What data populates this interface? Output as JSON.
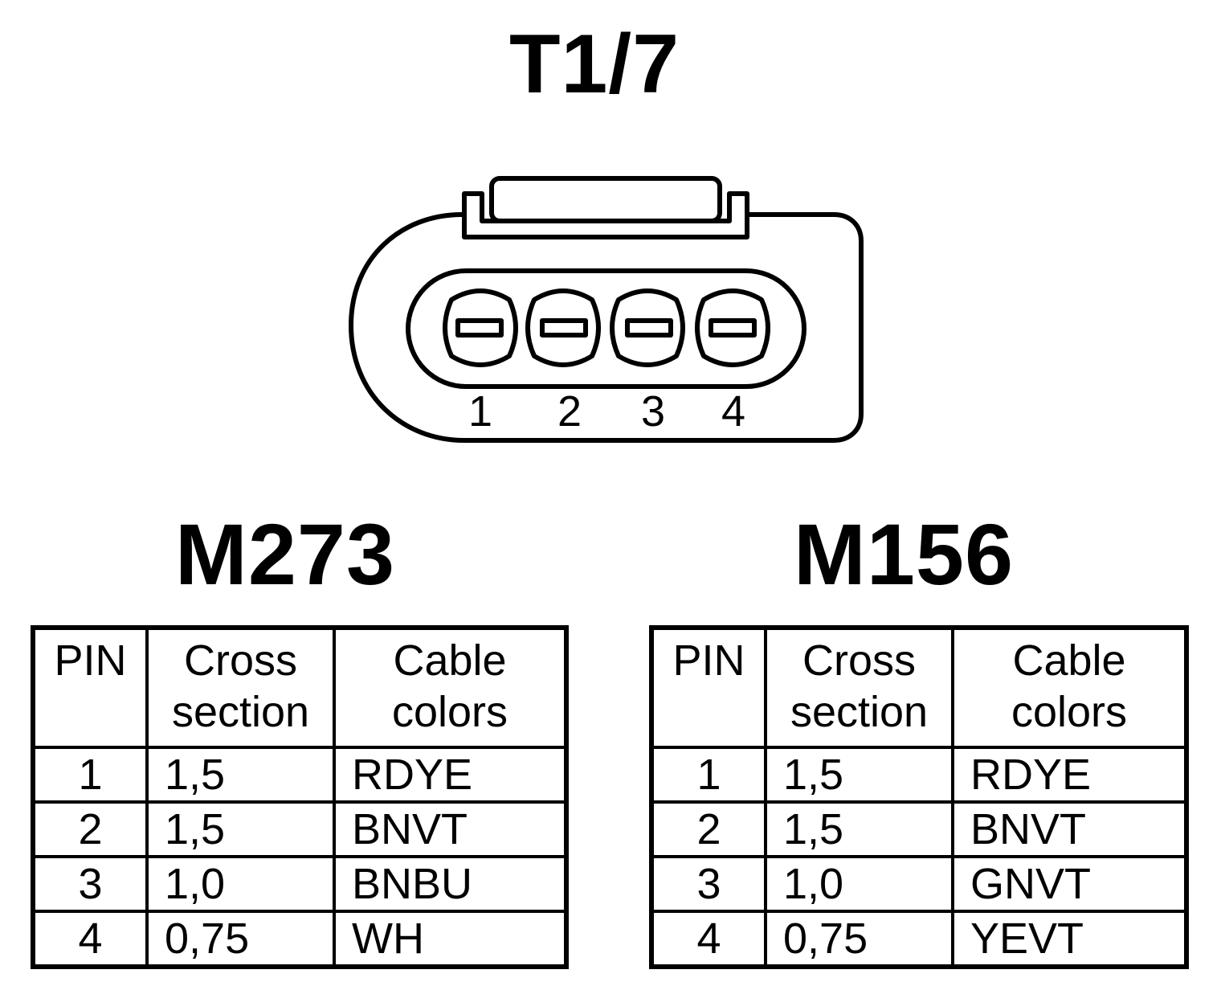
{
  "connector": {
    "title": "T1/7",
    "pin_labels": [
      "1",
      "2",
      "3",
      "4"
    ]
  },
  "tables": [
    {
      "title": "M273",
      "headers": {
        "pin": "PIN",
        "cross_section": [
          "Cross",
          "section"
        ],
        "cable_colors": [
          "Cable",
          "colors"
        ]
      },
      "rows": [
        {
          "pin": "1",
          "cross_section": "1,5",
          "color": "RDYE"
        },
        {
          "pin": "2",
          "cross_section": "1,5",
          "color": "BNVT"
        },
        {
          "pin": "3",
          "cross_section": "1,0",
          "color": "BNBU"
        },
        {
          "pin": "4",
          "cross_section": "0,75",
          "color": "WH"
        }
      ]
    },
    {
      "title": "M156",
      "headers": {
        "pin": "PIN",
        "cross_section": [
          "Cross",
          "section"
        ],
        "cable_colors": [
          "Cable",
          "colors"
        ]
      },
      "rows": [
        {
          "pin": "1",
          "cross_section": "1,5",
          "color": "RDYE"
        },
        {
          "pin": "2",
          "cross_section": "1,5",
          "color": "BNVT"
        },
        {
          "pin": "3",
          "cross_section": "1,0",
          "color": "GNVT"
        },
        {
          "pin": "4",
          "cross_section": "0,75",
          "color": "YEVT"
        }
      ]
    }
  ]
}
